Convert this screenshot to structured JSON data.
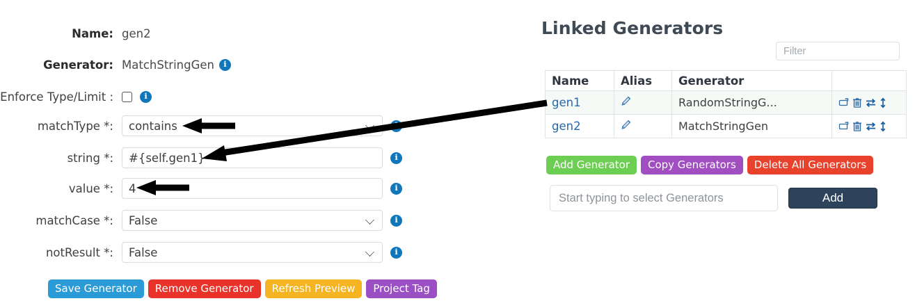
{
  "form": {
    "fields": [
      {
        "label": "Name:",
        "bold": true,
        "type": "static",
        "value": "gen2",
        "info": false
      },
      {
        "label": "Generator:",
        "bold": true,
        "type": "static",
        "value": "MatchStringGen",
        "info": true
      },
      {
        "label": "Enforce Type/Limit :",
        "bold": false,
        "type": "checkbox",
        "checked": false,
        "info": true
      },
      {
        "label": "matchType *:",
        "bold": false,
        "type": "select",
        "value": "contains",
        "info": true
      },
      {
        "label": "string *:",
        "bold": false,
        "type": "text",
        "value": "#{self.gen1}",
        "info": true
      },
      {
        "label": "value *:",
        "bold": false,
        "type": "text",
        "value": "4",
        "info": true
      },
      {
        "label": "matchCase *:",
        "bold": false,
        "type": "select",
        "value": "False",
        "info": true
      },
      {
        "label": "notResult *:",
        "bold": false,
        "type": "select",
        "value": "False",
        "info": true
      }
    ],
    "buttons": [
      {
        "label": "Save Generator",
        "color": "blue"
      },
      {
        "label": "Remove Generator",
        "color": "red"
      },
      {
        "label": "Refresh Preview",
        "color": "orange"
      },
      {
        "label": "Project Tag",
        "color": "purple"
      }
    ]
  },
  "panel": {
    "title": "Linked Generators",
    "filter_placeholder": "Filter",
    "table": {
      "columns": [
        "Name",
        "Alias",
        "Generator",
        ""
      ],
      "rows": [
        {
          "name": "gen1",
          "alias": "",
          "generator": "RandomStringG...",
          "highlighted": true
        },
        {
          "name": "gen2",
          "alias": "",
          "generator": "MatchStringGen",
          "highlighted": false
        }
      ],
      "row_actions": [
        "duplicate-icon",
        "trash-icon",
        "swap-icon",
        "move-icon"
      ],
      "alias_edit_icon": "pencil-icon"
    },
    "buttons": [
      {
        "label": "Add Generator",
        "color": "green"
      },
      {
        "label": "Copy Generators",
        "color": "purple2"
      },
      {
        "label": "Delete All Generators",
        "color": "red2"
      }
    ],
    "typeahead_placeholder": "Start typing to select Generators",
    "add_label": "Add"
  },
  "colors": {
    "info_blue": "#1077bb",
    "link_blue": "#2368b2",
    "accent_dark": "#2d435c",
    "row_highlight": "#f6faf6"
  },
  "annotations": {
    "arrows": [
      {
        "name": "arrow-to-matchtype",
        "kind": "straight"
      },
      {
        "name": "arrow-to-value",
        "kind": "straight"
      },
      {
        "name": "arrow-gen1-to-string",
        "kind": "diagonal"
      }
    ]
  }
}
